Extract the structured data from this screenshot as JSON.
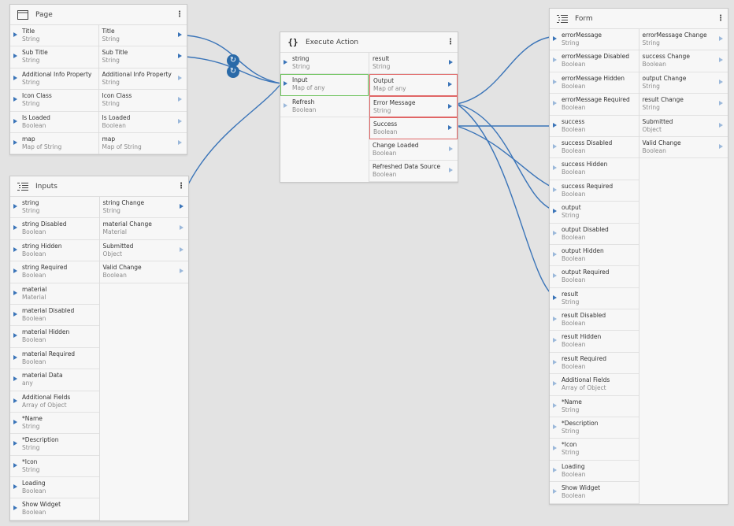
{
  "page_node": {
    "title": "Page",
    "icon": "page-icon",
    "inputs": [
      {
        "name": "Title",
        "type": "String"
      },
      {
        "name": "Sub Title",
        "type": "String"
      },
      {
        "name": "Additional Info Property",
        "type": "String"
      },
      {
        "name": "Icon Class",
        "type": "String"
      },
      {
        "name": "Is Loaded",
        "type": "Boolean"
      },
      {
        "name": "map",
        "type": "Map of String"
      }
    ],
    "outputs": [
      {
        "name": "Title",
        "type": "String"
      },
      {
        "name": "Sub Title",
        "type": "String"
      },
      {
        "name": "Additional Info Property",
        "type": "String"
      },
      {
        "name": "Icon Class",
        "type": "String"
      },
      {
        "name": "Is Loaded",
        "type": "Boolean"
      },
      {
        "name": "map",
        "type": "Map of String"
      }
    ]
  },
  "inputs_node": {
    "title": "Inputs",
    "icon": "list-icon",
    "inputs": [
      {
        "name": "string",
        "type": "String"
      },
      {
        "name": "string Disabled",
        "type": "Boolean"
      },
      {
        "name": "string Hidden",
        "type": "Boolean"
      },
      {
        "name": "string Required",
        "type": "Boolean"
      },
      {
        "name": "material",
        "type": "Material"
      },
      {
        "name": "material Disabled",
        "type": "Boolean"
      },
      {
        "name": "material Hidden",
        "type": "Boolean"
      },
      {
        "name": "material Required",
        "type": "Boolean"
      },
      {
        "name": "material Data",
        "type": "any"
      },
      {
        "name": "Additional Fields",
        "type": "Array of Object"
      },
      {
        "name": "*Name",
        "type": "String"
      },
      {
        "name": "*Description",
        "type": "String"
      },
      {
        "name": "*Icon",
        "type": "String"
      },
      {
        "name": "Loading",
        "type": "Boolean"
      },
      {
        "name": "Show Widget",
        "type": "Boolean"
      }
    ],
    "outputs": [
      {
        "name": "string Change",
        "type": "String"
      },
      {
        "name": "material Change",
        "type": "Material"
      },
      {
        "name": "Submitted",
        "type": "Object"
      },
      {
        "name": "Valid Change",
        "type": "Boolean"
      }
    ]
  },
  "action_node": {
    "title": "Execute Action",
    "icon": "curly-braces-icon",
    "icon_text": "{}",
    "inputs": [
      {
        "name": "string",
        "type": "String"
      },
      {
        "name": "Input",
        "type": "Map of any"
      },
      {
        "name": "Refresh",
        "type": "Boolean"
      }
    ],
    "outputs": [
      {
        "name": "result",
        "type": "String"
      },
      {
        "name": "Output",
        "type": "Map of any"
      },
      {
        "name": "Error Message",
        "type": "String"
      },
      {
        "name": "Success",
        "type": "Boolean"
      },
      {
        "name": "Change Loaded",
        "type": "Boolean"
      },
      {
        "name": "Refreshed Data Source",
        "type": "Boolean"
      }
    ]
  },
  "form_node": {
    "title": "Form",
    "icon": "list-icon",
    "inputs": [
      {
        "name": "errorMessage",
        "type": "String"
      },
      {
        "name": "errorMessage Disabled",
        "type": "Boolean"
      },
      {
        "name": "errorMessage Hidden",
        "type": "Boolean"
      },
      {
        "name": "errorMessage Required",
        "type": "Boolean"
      },
      {
        "name": "success",
        "type": "Boolean"
      },
      {
        "name": "success Disabled",
        "type": "Boolean"
      },
      {
        "name": "success Hidden",
        "type": "Boolean"
      },
      {
        "name": "success Required",
        "type": "Boolean"
      },
      {
        "name": "output",
        "type": "String"
      },
      {
        "name": "output Disabled",
        "type": "Boolean"
      },
      {
        "name": "output Hidden",
        "type": "Boolean"
      },
      {
        "name": "output Required",
        "type": "Boolean"
      },
      {
        "name": "result",
        "type": "String"
      },
      {
        "name": "result Disabled",
        "type": "Boolean"
      },
      {
        "name": "result Hidden",
        "type": "Boolean"
      },
      {
        "name": "result Required",
        "type": "Boolean"
      },
      {
        "name": "Additional Fields",
        "type": "Array of Object"
      },
      {
        "name": "*Name",
        "type": "String"
      },
      {
        "name": "*Description",
        "type": "String"
      },
      {
        "name": "*Icon",
        "type": "String"
      },
      {
        "name": "Loading",
        "type": "Boolean"
      },
      {
        "name": "Show Widget",
        "type": "Boolean"
      }
    ],
    "outputs": [
      {
        "name": "errorMessage Change",
        "type": "String"
      },
      {
        "name": "success Change",
        "type": "Boolean"
      },
      {
        "name": "output Change",
        "type": "String"
      },
      {
        "name": "result Change",
        "type": "String"
      },
      {
        "name": "Submitted",
        "type": "Object"
      },
      {
        "name": "Valid Change",
        "type": "Boolean"
      }
    ]
  },
  "colors": {
    "canvas": "#e3e3e3",
    "wire": "#3a74b8",
    "highlight_input": "#6dc35c",
    "highlight_output": "#e06666",
    "converter": "#2a6aa8"
  },
  "converter_icon": "refresh-icon"
}
